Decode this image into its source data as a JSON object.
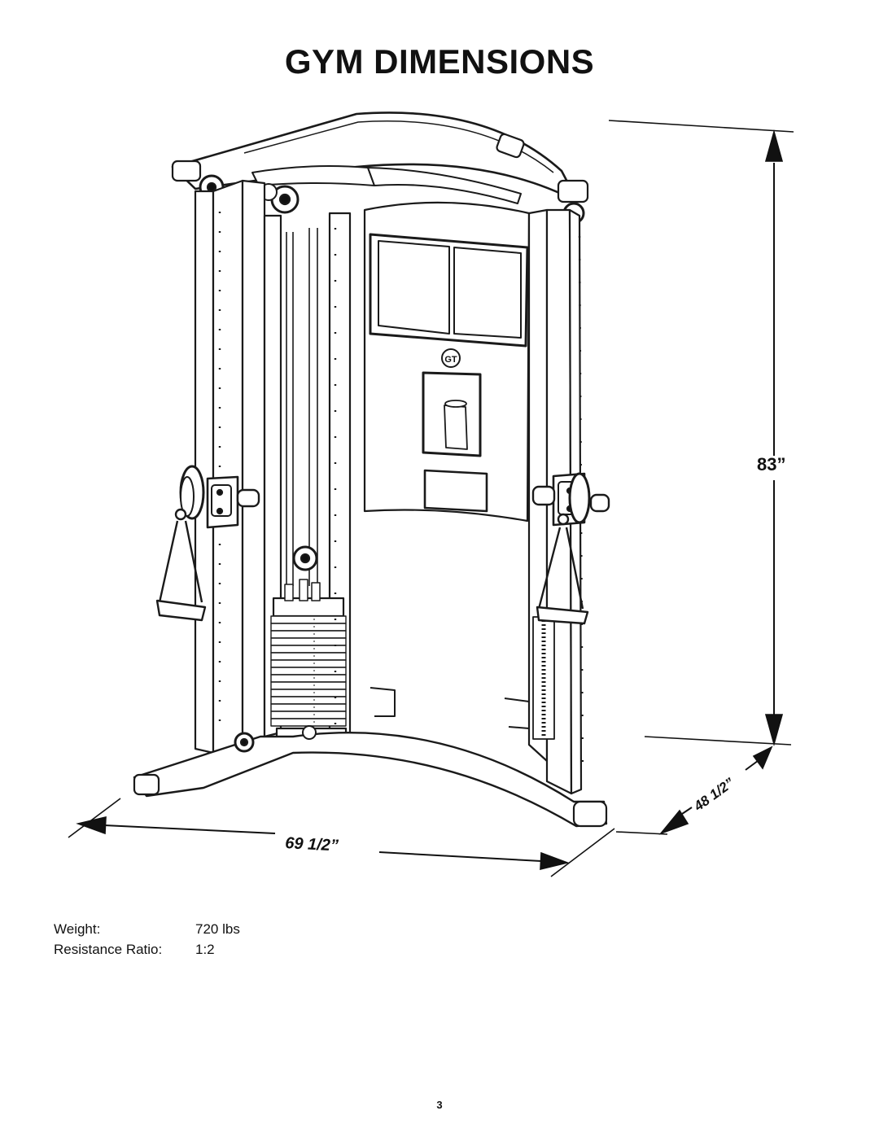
{
  "page": {
    "title": "GYM DIMENSIONS",
    "page_number": "3"
  },
  "dimensions": {
    "height": "83”",
    "width": "69 1/2”",
    "depth": "48 1/2”"
  },
  "specs": {
    "weight_label": "Weight:",
    "weight_value": "720 lbs",
    "ratio_label": "Resistance Ratio:",
    "ratio_value": "1:2"
  },
  "emblem_text": "GT"
}
